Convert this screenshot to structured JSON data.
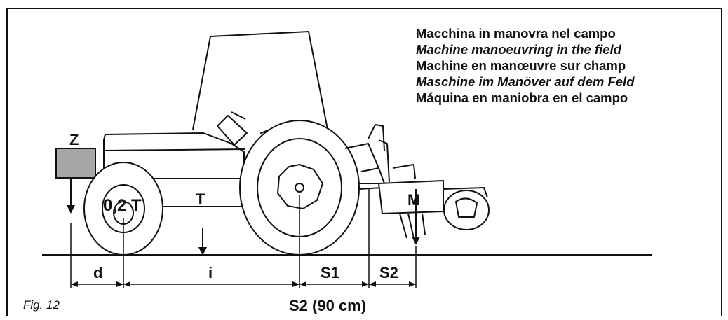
{
  "titles": [
    "Macchina in manovra nel campo",
    "Machine manoeuvring in the field",
    "Machine en manœuvre sur champ",
    "Maschine im Manöver auf dem Feld",
    "Máquina en maniobra en el campo"
  ],
  "figure_label": "Fig. 12",
  "labels": {
    "z": "Z",
    "front_axle": "0,2 T",
    "tractor": "T",
    "implement": "M"
  },
  "dimensions": {
    "d": "d",
    "i": "i",
    "s1": "S1",
    "s2": "S2",
    "total": "S2 (90 cm)"
  },
  "colors": {
    "line": "#111111",
    "ballast_fill": "#a6a6a6"
  }
}
